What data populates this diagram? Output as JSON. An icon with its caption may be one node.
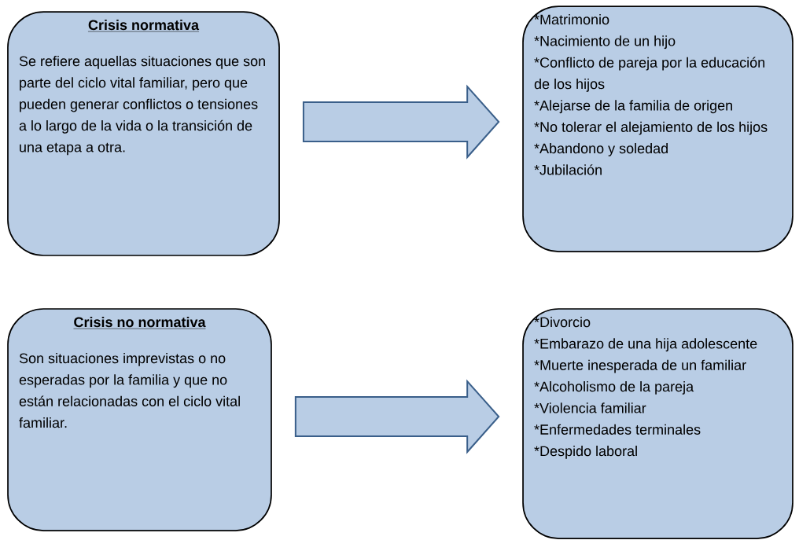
{
  "diagram": {
    "nodes": [
      {
        "text": [
          "Crisis normativa",
          "Se refiere aquellas situaciones que son parte del ciclo vital familiar, pero que pueden generar conflictos o tensiones a lo largo de la vida o la transición de una etapa a otra."
        ]
      },
      {
        "text": [
          "*Matrimonio",
          "*Nacimiento de un hijo",
          "*Conflicto de pareja por la educación de los hijos",
          "*Alejarse de la familia de origen",
          "*No tolerar el alejamiento de los hijos",
          "*Abandono y soledad",
          "*Jubilación"
        ]
      },
      {
        "text": [
          "Crisis no normativa",
          "Son situaciones imprevistas o no esperadas por la familia y que no están relacionadas con el ciclo vital familiar."
        ]
      },
      {
        "text": [
          "*Divorcio",
          "*Embarazo de una hija adolescente",
          "*Muerte inesperada de un familiar",
          "*Alcoholismo de la pareja",
          "*Violencia familiar",
          "*Enfermedades terminales",
          "*Despido laboral"
        ]
      }
    ],
    "edges": [
      {
        "from": 0,
        "to": 1,
        "arrow": "to"
      },
      {
        "from": 2,
        "to": 3,
        "arrow": "to"
      }
    ]
  }
}
